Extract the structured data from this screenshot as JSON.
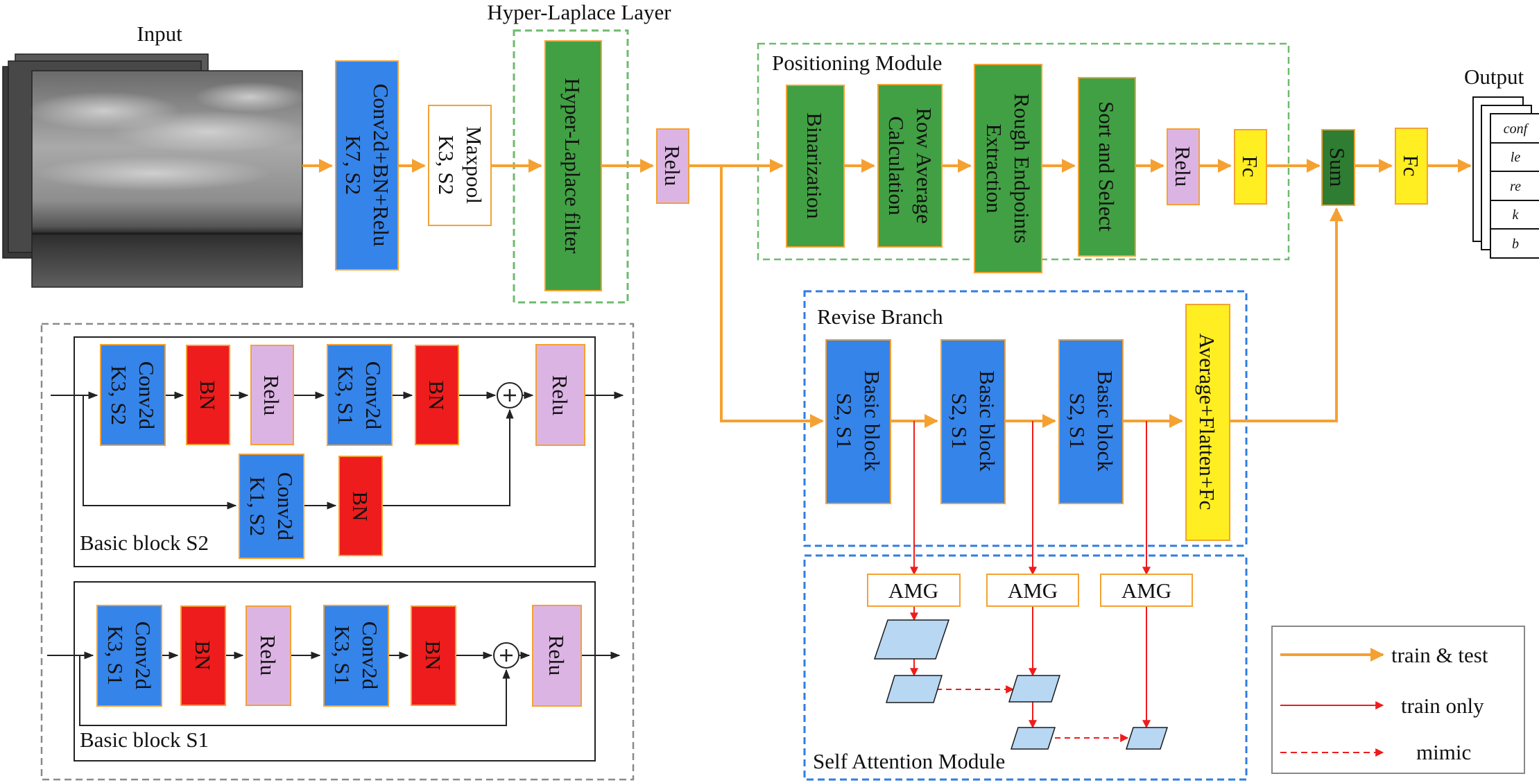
{
  "labels": {
    "input": "Input",
    "output": "Output",
    "hyper_laplace_layer": "Hyper-Laplace Layer",
    "positioning_module": "Positioning Module",
    "revise_branch": "Revise Branch",
    "self_attention_module": "Self Attention Module",
    "basic_block_s2": "Basic block S2",
    "basic_block_s1": "Basic block S1"
  },
  "main": {
    "conv_l1": "Conv2d+BN+Relu",
    "conv_l2": "K7, S2",
    "maxpool_l1": "Maxpool",
    "maxpool_l2": "K3, S2",
    "hyper_filter": "Hyper-Laplace filter",
    "relu": "Relu"
  },
  "positioning": {
    "binarization": "Binarization",
    "row_avg_l1": "Row Average",
    "row_avg_l2": "Calculation",
    "rough_l1": "Rough Endpoints",
    "rough_l2": "Extraction",
    "sort_select": "Sort and Select",
    "relu": "Relu",
    "fc": "Fc"
  },
  "revise": {
    "bb1_l1": "Basic block",
    "bb1_l2": "S2, S1",
    "bb2_l1": "Basic block",
    "bb2_l2": "S2, S1",
    "bb3_l1": "Basic block",
    "bb3_l2": "S2, S1",
    "avg": "Average+Flatten+Fc"
  },
  "head": {
    "sum": "Sum",
    "fc": "Fc",
    "outputs": [
      "conf",
      "le",
      "re",
      "k",
      "b"
    ]
  },
  "attention": {
    "amg1": "AMG",
    "amg2": "AMG",
    "amg3": "AMG"
  },
  "block_s2": {
    "conv1_l1": "Conv2d",
    "conv1_l2": "K3, S2",
    "bn1": "BN",
    "relu1": "Relu",
    "conv2_l1": "Conv2d",
    "conv2_l2": "K3, S1",
    "bn2": "BN",
    "relu2": "Relu",
    "sc_conv_l1": "Conv2d",
    "sc_conv_l2": "K1, S2",
    "sc_bn": "BN"
  },
  "block_s1": {
    "conv1_l1": "Conv2d",
    "conv1_l2": "K3, S1",
    "bn1": "BN",
    "relu1": "Relu",
    "conv2_l1": "Conv2d",
    "conv2_l2": "K3, S1",
    "bn2": "BN",
    "relu2": "Relu"
  },
  "legend": {
    "train_test": "train & test",
    "train_only": "train only",
    "mimic": "mimic"
  },
  "colors": {
    "blue": "#3584ea",
    "green": "#41a043",
    "dark_green": "#2e7d32",
    "red": "#ee1c1c",
    "pink": "#dcb4e4",
    "yellow": "#ffee22",
    "orange": "#f5a132",
    "arrow_red": "#ee1c1c",
    "module_blue": "#2f7de1",
    "module_green": "#6dbb6d",
    "grey_dash": "#8a8a8a",
    "parallelogram": "#b7d7f3"
  }
}
